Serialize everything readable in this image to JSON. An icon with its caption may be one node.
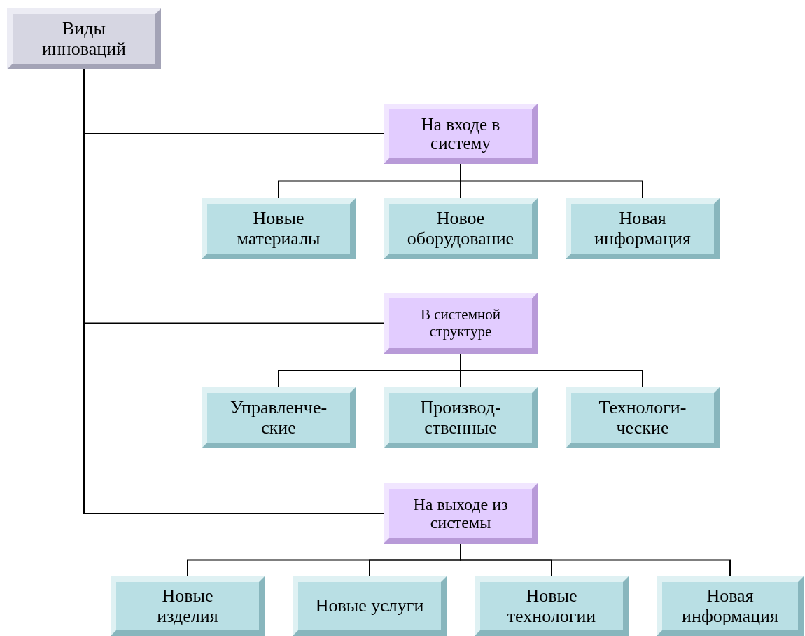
{
  "diagram": {
    "nodes": [
      {
        "text": [
          "Виды инноваций"
        ]
      },
      {
        "text": [
          "На входе в систему"
        ]
      },
      {
        "text": [
          "Новые материалы"
        ]
      },
      {
        "text": [
          "Новое оборудование"
        ]
      },
      {
        "text": [
          "Новая информация"
        ]
      },
      {
        "text": [
          "В системной структуре"
        ]
      },
      {
        "text": [
          "Управленче-ские"
        ]
      },
      {
        "text": [
          "Производ-ственные"
        ]
      },
      {
        "text": [
          "Технологи-ческие"
        ]
      },
      {
        "text": [
          "На выходе из системы"
        ]
      },
      {
        "text": [
          "Новые изделия"
        ]
      },
      {
        "text": [
          "Новые услуги"
        ]
      },
      {
        "text": [
          "Новые технологии"
        ]
      },
      {
        "text": [
          "Новая информация"
        ]
      }
    ],
    "edges": [
      {
        "from": 0,
        "to": 1,
        "arrow": "none"
      },
      {
        "from": 0,
        "to": 5,
        "arrow": "none"
      },
      {
        "from": 0,
        "to": 9,
        "arrow": "none"
      },
      {
        "from": 1,
        "to": 2,
        "arrow": "none"
      },
      {
        "from": 1,
        "to": 3,
        "arrow": "none"
      },
      {
        "from": 1,
        "to": 4,
        "arrow": "none"
      },
      {
        "from": 5,
        "to": 6,
        "arrow": "none"
      },
      {
        "from": 5,
        "to": 7,
        "arrow": "none"
      },
      {
        "from": 5,
        "to": 8,
        "arrow": "none"
      },
      {
        "from": 9,
        "to": 10,
        "arrow": "none"
      },
      {
        "from": 9,
        "to": 11,
        "arrow": "none"
      },
      {
        "from": 9,
        "to": 12,
        "arrow": "none"
      },
      {
        "from": 9,
        "to": 13,
        "arrow": "none"
      }
    ]
  }
}
